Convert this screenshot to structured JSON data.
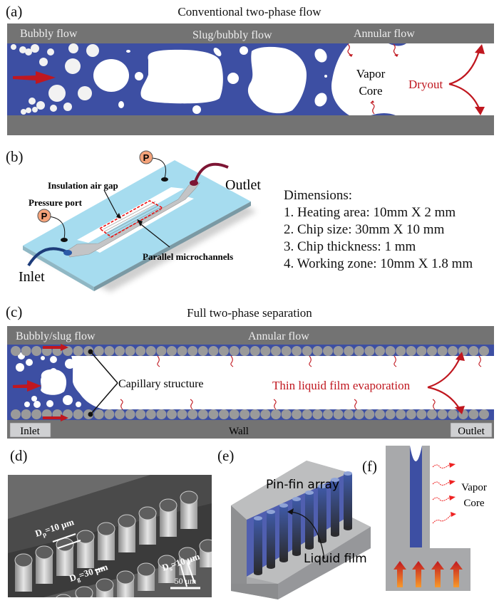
{
  "colors": {
    "liquid": "#3d4fa3",
    "wall": "#737373",
    "wall_light": "#a8a9ab",
    "arrow": "#c0171f",
    "chip": "#a6dcef",
    "outlet_tube": "#7d1534",
    "inlet_tube": "#1d3c7a",
    "port_badge": "#f5a37a"
  },
  "panel_a": {
    "label": "(a)",
    "title": "Conventional two-phase flow",
    "regimes": [
      "Bubbly flow",
      "Slug/bubbly flow",
      "Annular flow"
    ],
    "vapor_core": [
      "Vapor",
      "Core"
    ],
    "dryout": "Dryout"
  },
  "panel_b": {
    "label": "(b)",
    "annotations": {
      "insulation": "Insulation air gap",
      "pressure_port": "Pressure port",
      "microchannels": "Parallel microchannels",
      "inlet": "Inlet",
      "outlet": "Outlet",
      "port_symbol": "P"
    },
    "dimensions": {
      "heading": "Dimensions:",
      "items": [
        "1.  Heating area: 10mm X 2 mm",
        "2.  Chip size: 30mm X 10 mm",
        "3.  Chip thickness: 1 mm",
        "4.  Working zone: 10mm X 1.8 mm"
      ]
    }
  },
  "panel_c": {
    "label": "(c)",
    "title": "Full two-phase separation",
    "regimes": [
      "Bubbly/slug flow",
      "Annular flow"
    ],
    "capillary": "Capillary structure",
    "evaporation": "Thin liquid film evaporation",
    "inlet": "Inlet",
    "wall": "Wall",
    "outlet": "Outlet"
  },
  "panel_d": {
    "label": "(d)",
    "dp": "D",
    "dp_sub": "p",
    "dp_val": "=10 μm",
    "ds": "D",
    "ds_sub": "s",
    "ds_val": "=10 μm",
    "dg": "D",
    "dg_sub": "g",
    "dg_val": "=30 μm",
    "scale": "50 μm"
  },
  "panel_e": {
    "label": "(e)",
    "pinfin": "Pin-fin array",
    "film": "Liquid film"
  },
  "panel_f": {
    "label": "(f)",
    "vapor_core": [
      "Vapor",
      "Core"
    ]
  }
}
